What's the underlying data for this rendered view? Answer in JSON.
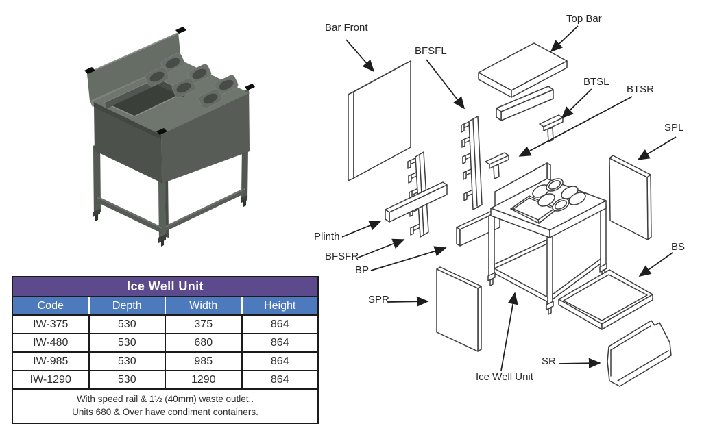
{
  "table": {
    "title": "Ice Well Unit",
    "columns": [
      "Code",
      "Depth",
      "Width",
      "Height"
    ],
    "rows": [
      [
        "IW-375",
        "530",
        "375",
        "864"
      ],
      [
        "IW-480",
        "530",
        "680",
        "864"
      ],
      [
        "IW-985",
        "530",
        "985",
        "864"
      ],
      [
        "IW-1290",
        "530",
        "1290",
        "864"
      ]
    ],
    "footnote_line1": "With speed rail & 1½ (40mm) waste outlet..",
    "footnote_line2": "Units 680 & Over have condiment containers.",
    "colors": {
      "title_bg": "#5c4a8c",
      "header_bg": "#4d79bd",
      "border": "#1b1b1b"
    }
  },
  "diagram": {
    "labels": {
      "bar_front": "Bar Front",
      "bfsfl": "BFSFL",
      "top_bar": "Top Bar",
      "btsl": "BTSL",
      "btsr": "BTSR",
      "spl": "SPL",
      "plinth": "Plinth",
      "bfsfr": "BFSFR",
      "bp": "BP",
      "spr": "SPR",
      "bs": "BS",
      "sr": "SR",
      "ice_well_unit": "Ice Well Unit"
    }
  }
}
